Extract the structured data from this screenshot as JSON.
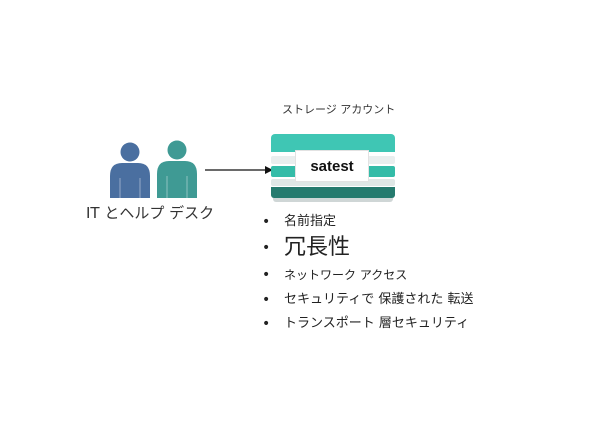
{
  "diagram": {
    "helpdesk": {
      "label": "IT とヘルプ デスク",
      "icon": "users-icon",
      "colors": {
        "person_back": "#4a6fa0",
        "person_front": "#3f9a94"
      }
    },
    "storage_account": {
      "title": "ストレージ アカウント",
      "name": "satest",
      "icon": "storage-account-icon",
      "colors": {
        "top": "#3fc6b4",
        "middle": "#34bca8",
        "bottom": "#257a6e"
      }
    },
    "connector": {
      "icon": "arrow-right-icon",
      "color": "#111111"
    },
    "features": [
      {
        "label": "名前指定"
      },
      {
        "label": "冗長性"
      },
      {
        "label": "ネットワーク アクセス"
      },
      {
        "label": "セキュリティで 保護された 転送"
      },
      {
        "label": "トランスポート 層セキュリティ"
      }
    ]
  }
}
